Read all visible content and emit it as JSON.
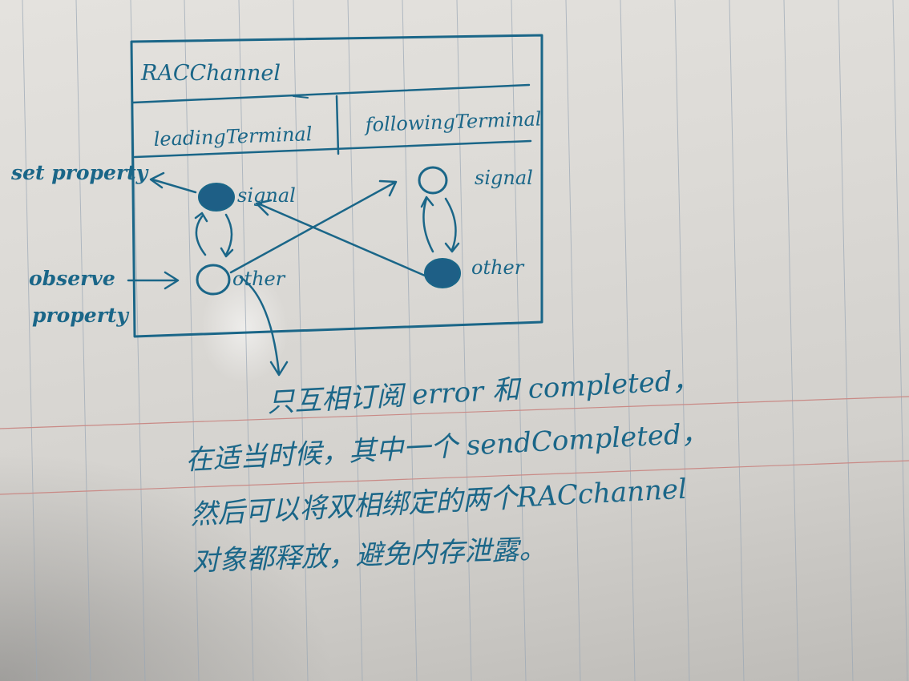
{
  "diagram": {
    "title": "RACChannel",
    "terminals": {
      "leading": "leadingTerminal",
      "following": "followingTerminal"
    },
    "nodes": {
      "leading_signal": "signal",
      "leading_other": "other",
      "following_signal": "signal",
      "following_other": "other"
    },
    "side_labels": {
      "set_property": "set property",
      "observe": "observe",
      "property": "property"
    },
    "note_lines": [
      "只互相订阅 error 和 completed，",
      "在适当时候，其中一个 sendCompleted，",
      "然后可以将双相绑定的两个RACchannel",
      "对象都释放，避免内存泄露。"
    ]
  },
  "colors": {
    "ink": "#1a6688",
    "paper": "#dcdad6",
    "rule_vertical": "#9aa7b5",
    "rule_horizontal": "#c98a86"
  }
}
